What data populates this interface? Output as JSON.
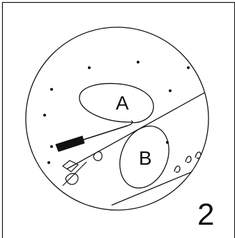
{
  "figure": {
    "step_number": "2",
    "regions": [
      {
        "id": "A",
        "label": "A"
      },
      {
        "id": "B",
        "label": "B"
      }
    ]
  },
  "colors": {
    "line": "#111111",
    "background": "#ffffff",
    "instrument_handle": "#111111"
  },
  "icons": {
    "instrument": "screwdriver-like-instrument-icon",
    "loupe_circle": "magnified-view-circle"
  }
}
